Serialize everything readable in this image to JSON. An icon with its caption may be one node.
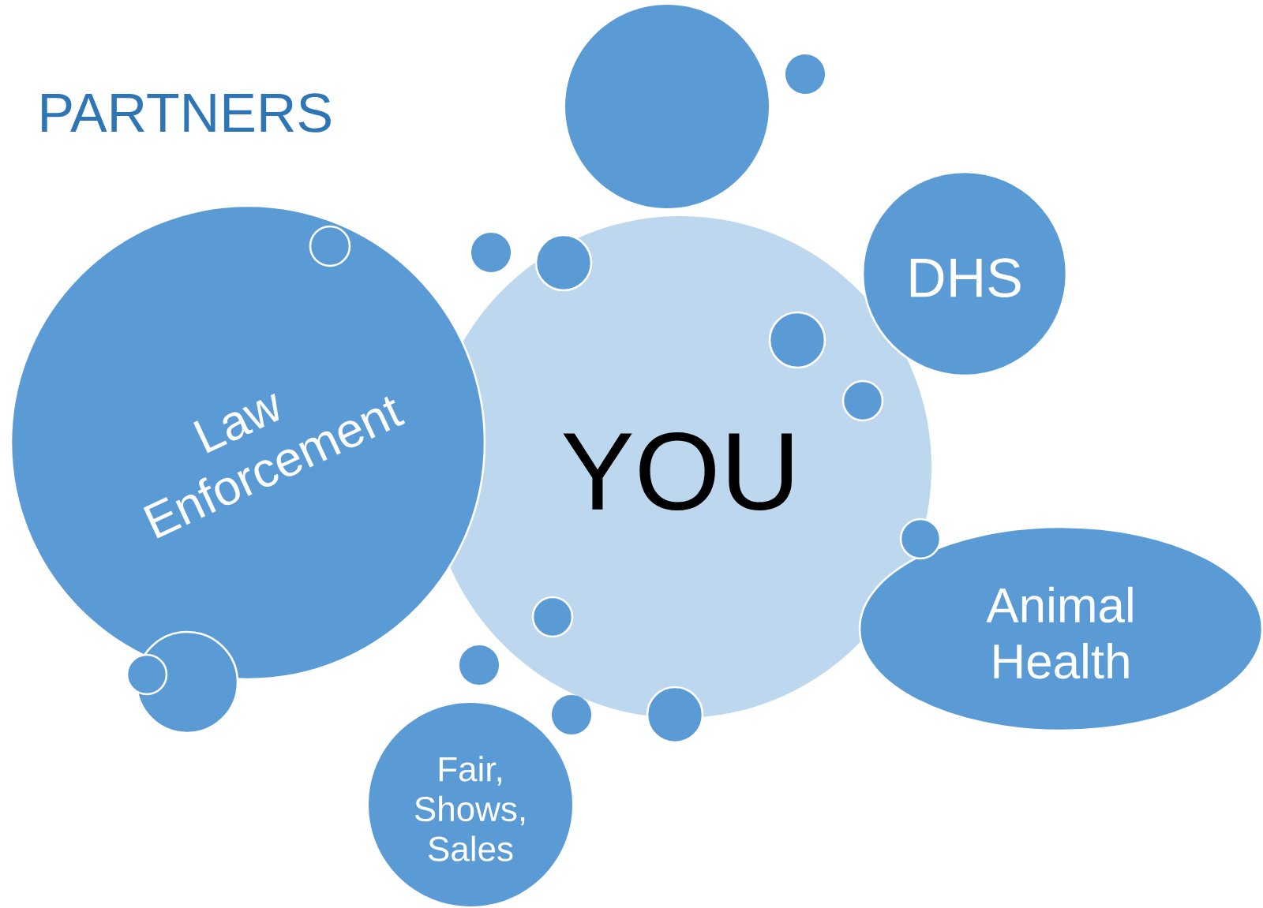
{
  "diagram": {
    "title": "PARTNERS",
    "nodes": [
      {
        "text": [],
        "shape": "circle"
      },
      {
        "text": [],
        "shape": "circle"
      },
      {
        "text": [
          "DHS"
        ]
      },
      {
        "text": [],
        "shape": "circle",
        "in": 6
      },
      {
        "text": [],
        "shape": "circle"
      },
      {
        "text": [],
        "shape": "circle",
        "in": 7
      },
      {
        "text": [
          "Law Enforcement"
        ]
      },
      {
        "text": [
          "YOU"
        ]
      },
      {
        "text": [],
        "shape": "circle",
        "in": 7
      },
      {
        "text": [],
        "shape": "circle",
        "in": 7
      },
      {
        "text": [],
        "shape": "circle"
      },
      {
        "text": [
          "Animal Health"
        ]
      },
      {
        "text": [],
        "shape": "circle",
        "in": 7
      },
      {
        "text": [],
        "shape": "circle"
      },
      {
        "text": [],
        "shape": "circle"
      },
      {
        "text": [],
        "shape": "circle"
      },
      {
        "text": [],
        "shape": "circle"
      },
      {
        "text": [],
        "shape": "circle"
      },
      {
        "text": [
          "Fair, Shows, Sales"
        ]
      }
    ]
  }
}
